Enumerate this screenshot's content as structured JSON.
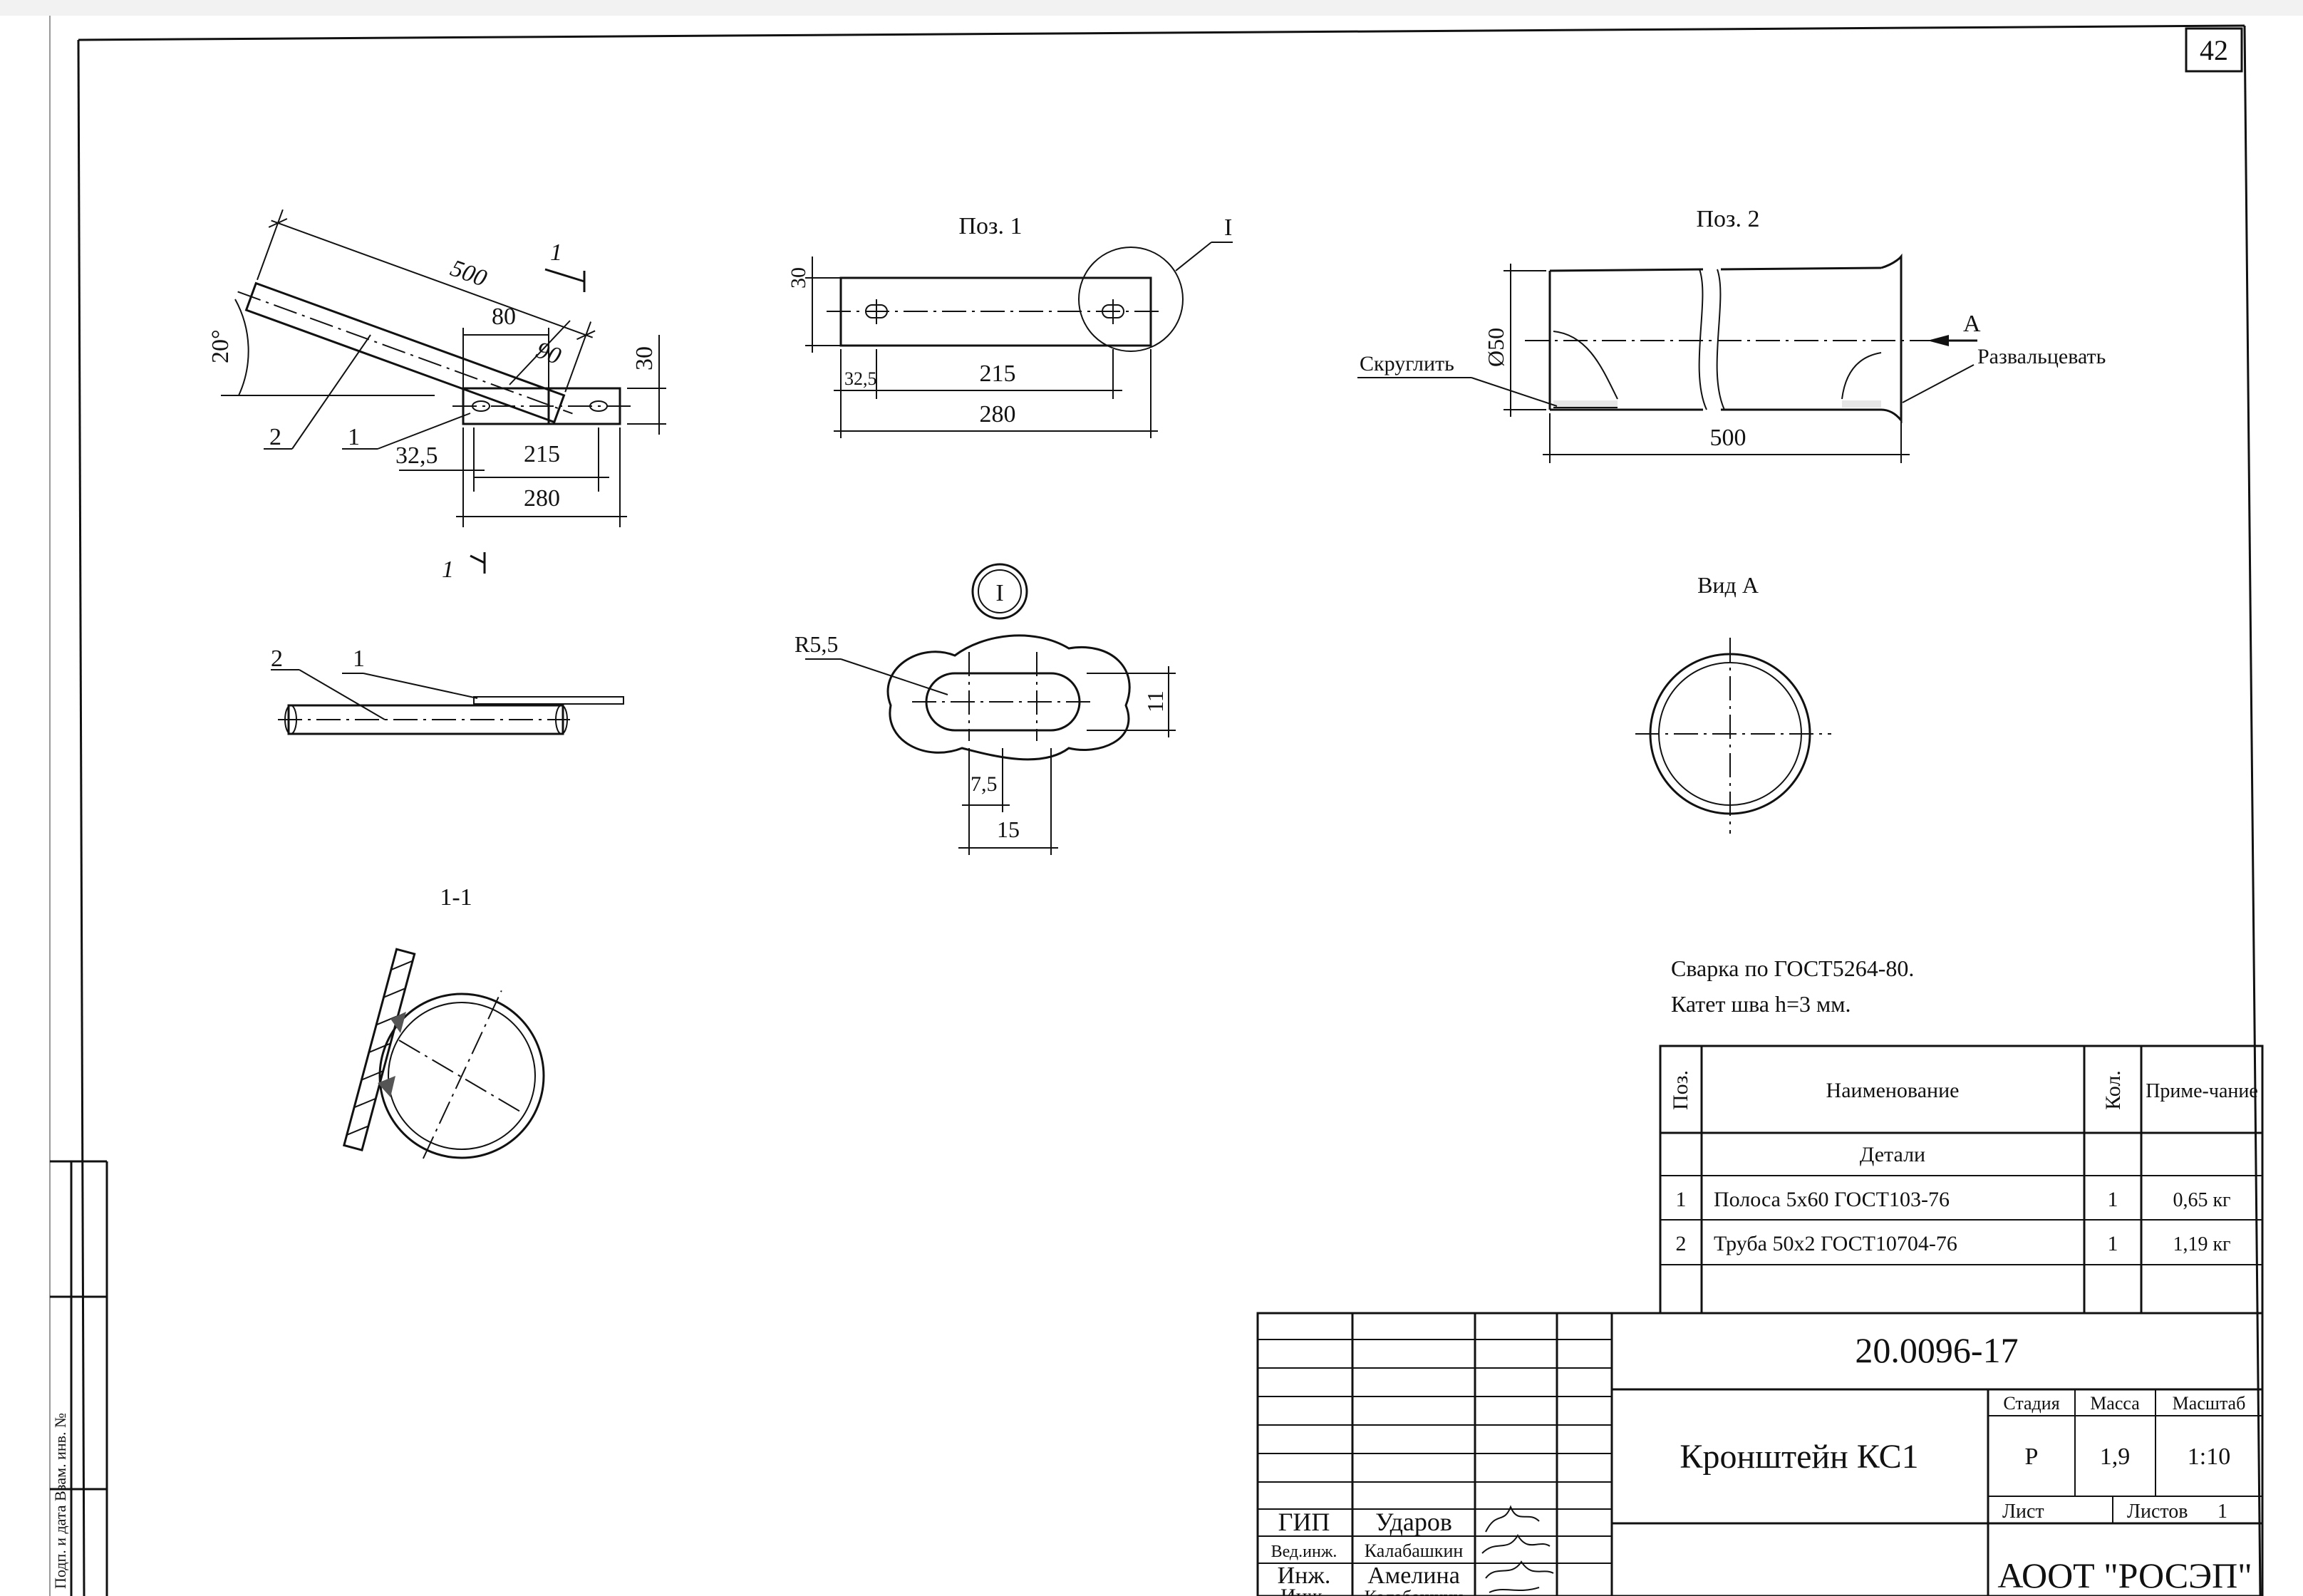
{
  "sheet": {
    "page_number": "42",
    "left_margin_stamp": "Подп. и дата   Взам. инв. №"
  },
  "assembly_view": {
    "dim_length": "500",
    "dim_80": "80",
    "dim_90": "90",
    "dim_30": "30",
    "angle": "20°",
    "dim_32_5": "32,5",
    "dim_215": "215",
    "dim_280": "280",
    "callout_pos2": "2",
    "callout_pos1": "1",
    "section_mark_top": "1",
    "section_mark_bottom": "1"
  },
  "side_view": {
    "callout_pos2": "2",
    "callout_pos1": "1"
  },
  "section_view": {
    "title": "1-1"
  },
  "pos1_view": {
    "title": "Поз. 1",
    "detail_mark": "I",
    "dim_30": "30",
    "dim_32_5": "32,5",
    "dim_215": "215",
    "dim_280": "280"
  },
  "detail_I": {
    "mark": "I",
    "radius": "R5,5",
    "dim_11": "11",
    "dim_7_5": "7,5",
    "dim_15": "15"
  },
  "pos2_view": {
    "title": "Поз. 2",
    "view_arrow": "А",
    "note_round": "Скруглить",
    "note_flare": "Развальцевать",
    "diameter": "Ø50",
    "dim_500": "500"
  },
  "view_A": {
    "title": "Вид А"
  },
  "notes": {
    "line1": "Сварка по ГОСТ5264-80.",
    "line2": "Катет шва h=3 мм."
  },
  "spec_table": {
    "headers": {
      "pos": "Поз.",
      "name": "Наименование",
      "qty": "Кол.",
      "note": "Приме-чание"
    },
    "group": "Детали",
    "rows": [
      {
        "pos": "1",
        "name": "Полоса 5х60 ГОСТ103-76",
        "qty": "1",
        "note": "0,65 кг"
      },
      {
        "pos": "2",
        "name": "Труба 50х2 ГОСТ10704-76",
        "qty": "1",
        "note": "1,19 кг"
      }
    ]
  },
  "title_block": {
    "doc_number": "20.0096-17",
    "part_name": "Кронштейн КС1",
    "stage_label": "Стадия",
    "mass_label": "Масса",
    "scale_label": "Масштаб",
    "stage": "Р",
    "mass": "1,9",
    "scale": "1:10",
    "sheet_label": "Лист",
    "sheets_label": "Листов",
    "sheets": "1",
    "organization": "АООТ \"РОСЭП\"",
    "signatures": [
      {
        "role": "ГИП",
        "name": "Ударов"
      },
      {
        "role": "Вед.инж.",
        "name": "Калабашкин"
      },
      {
        "role": "Инж.",
        "name": "Амелина"
      },
      {
        "role": "Инж.",
        "name": "Калабашкин"
      }
    ]
  }
}
